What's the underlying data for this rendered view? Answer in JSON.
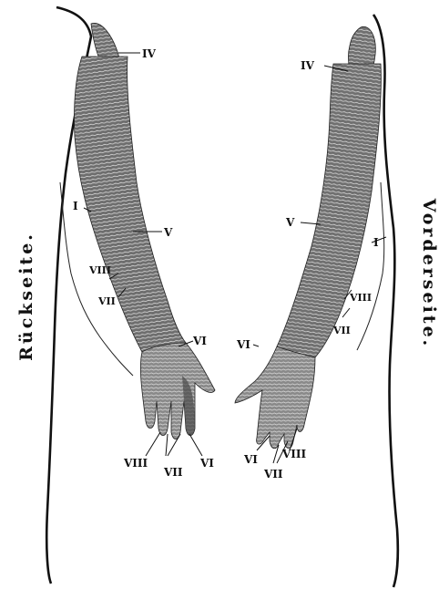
{
  "side_labels": {
    "back": "Rückseite.",
    "front": "Vorderseite."
  },
  "labels": {
    "left_iv": "IV",
    "left_i": "I",
    "left_v": "V",
    "left_viii_arm": "VIII",
    "left_vii_arm": "VII",
    "left_vi_hand": "VI",
    "left_viii_finger": "VIII",
    "left_vii_finger": "VII",
    "left_vi_finger": "VI",
    "right_iv": "IV",
    "right_v": "V",
    "right_i": "I",
    "right_viii_arm": "VIII",
    "right_vii_arm": "VII",
    "right_vi_hand": "VI",
    "right_vi_finger": "VI",
    "right_viii_finger": "VIII",
    "right_vii_finger": "VII"
  },
  "colors": {
    "ink": "#111111",
    "arm_fill": "#7a7a7a",
    "hatch": "#d8d8d8",
    "paper": "#ffffff"
  }
}
